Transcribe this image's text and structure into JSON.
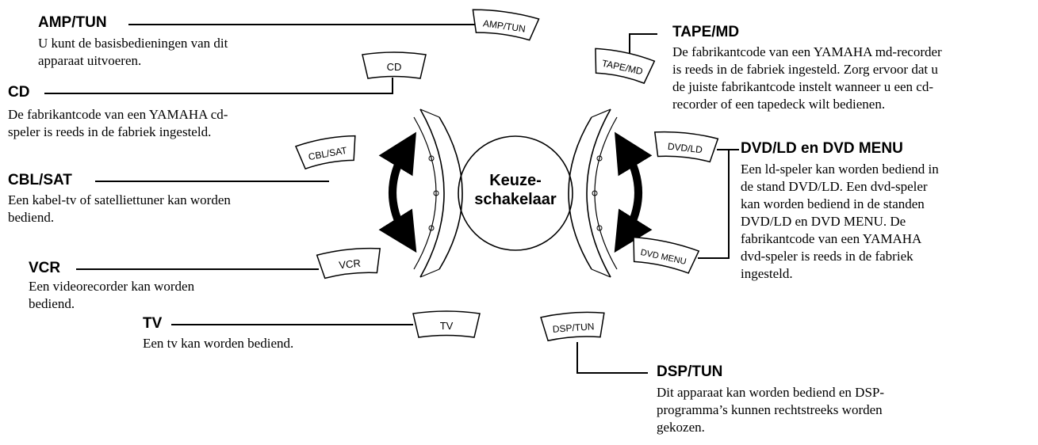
{
  "center": {
    "line1": "Keuze-",
    "line2": "schakelaar"
  },
  "modes": [
    {
      "id": "amp-tun",
      "button": "AMP/TUN",
      "heading": "AMP/TUN",
      "desc": [
        "U kunt de basisbedieningen van dit",
        "apparaat uitvoeren."
      ]
    },
    {
      "id": "cd",
      "button": "CD",
      "heading": "CD",
      "desc": [
        "De fabrikantcode van een YAMAHA cd-",
        "speler is reeds in de fabriek ingesteld."
      ]
    },
    {
      "id": "cbl-sat",
      "button": "CBL/SAT",
      "heading": "CBL/SAT",
      "desc": [
        "Een kabel-tv of satelliettuner kan worden",
        "bediend."
      ]
    },
    {
      "id": "vcr",
      "button": "VCR",
      "heading": "VCR",
      "desc": [
        "Een videorecorder kan worden",
        "bediend."
      ]
    },
    {
      "id": "tv",
      "button": "TV",
      "heading": "TV",
      "desc": [
        "Een tv kan worden bediend."
      ]
    },
    {
      "id": "tape-md",
      "button": "TAPE/MD",
      "heading": "TAPE/MD",
      "desc": [
        "De fabrikantcode van een YAMAHA md-recorder",
        "is reeds in de fabriek ingesteld. Zorg ervoor dat u",
        "de juiste fabrikantcode instelt wanneer u een cd-",
        "recorder of een tapedeck wilt bedienen."
      ]
    },
    {
      "id": "dvd-ld",
      "button": "DVD/LD",
      "button2": "DVD MENU",
      "heading": "DVD/LD en DVD MENU",
      "desc": [
        "Een ld-speler kan worden bediend in",
        "de stand DVD/LD. Een dvd-speler",
        "kan worden bediend in de standen",
        "DVD/LD en DVD MENU. De",
        "fabrikantcode van een YAMAHA",
        "dvd-speler is reeds in de fabriek",
        "ingesteld."
      ]
    },
    {
      "id": "dsp-tun",
      "button": "DSP/TUN",
      "heading": "DSP/TUN",
      "desc": [
        "Dit apparaat kan worden bediend en DSP-",
        "programma’s kunnen rechtstreeks worden",
        "gekozen."
      ]
    }
  ]
}
